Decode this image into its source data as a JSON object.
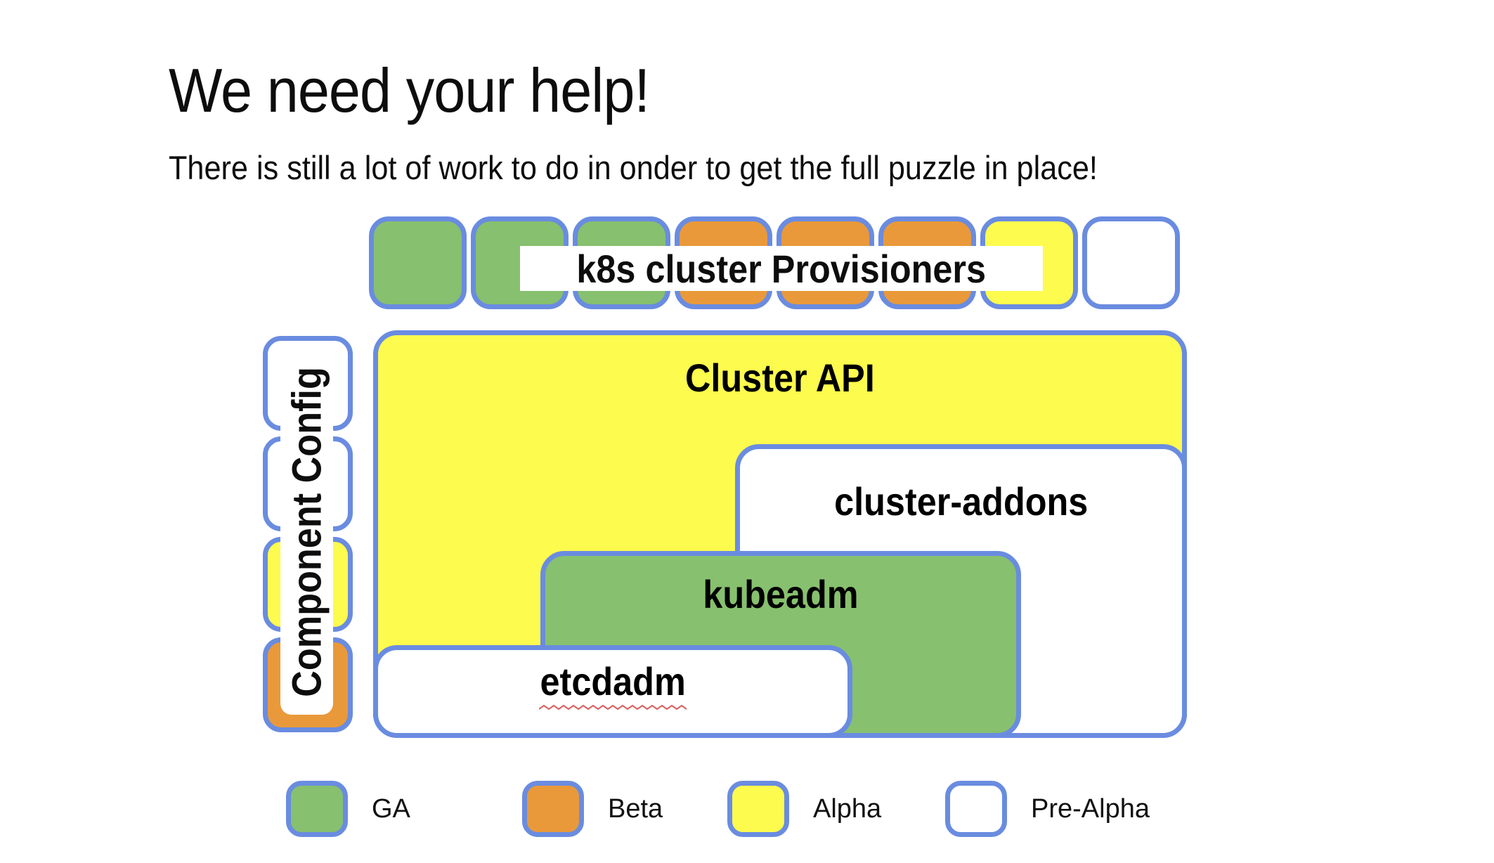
{
  "page": {
    "title": "We need your help!",
    "subtitle": "There is still a lot of work to do in onder to get the full puzzle in place!"
  },
  "colors": {
    "ga": "#87c06e",
    "beta": "#e9993a",
    "alpha": "#fdfb4e",
    "prealpha": "#ffffff",
    "border": "#6a8ce0",
    "squiggle": "#dd5f5f"
  },
  "diagram": {
    "provisioners_row": {
      "label": "k8s cluster Provisioners",
      "pieces": [
        "ga",
        "ga",
        "ga",
        "beta",
        "beta",
        "beta",
        "alpha",
        "prealpha"
      ]
    },
    "component_config": {
      "label": "Component Config",
      "pieces": [
        "prealpha",
        "prealpha",
        "alpha",
        "beta"
      ]
    },
    "boxes": {
      "cluster_api": {
        "label": "Cluster API",
        "status": "alpha"
      },
      "cluster_addons": {
        "label": "cluster-addons",
        "status": "prealpha"
      },
      "kubeadm": {
        "label": "kubeadm",
        "status": "ga"
      },
      "etcdadm": {
        "label": "etcdadm",
        "status": "prealpha"
      }
    }
  },
  "legend": {
    "items": [
      {
        "label": "GA",
        "status": "ga"
      },
      {
        "label": "Beta",
        "status": "beta"
      },
      {
        "label": "Alpha",
        "status": "alpha"
      },
      {
        "label": "Pre-Alpha",
        "status": "prealpha"
      }
    ]
  }
}
